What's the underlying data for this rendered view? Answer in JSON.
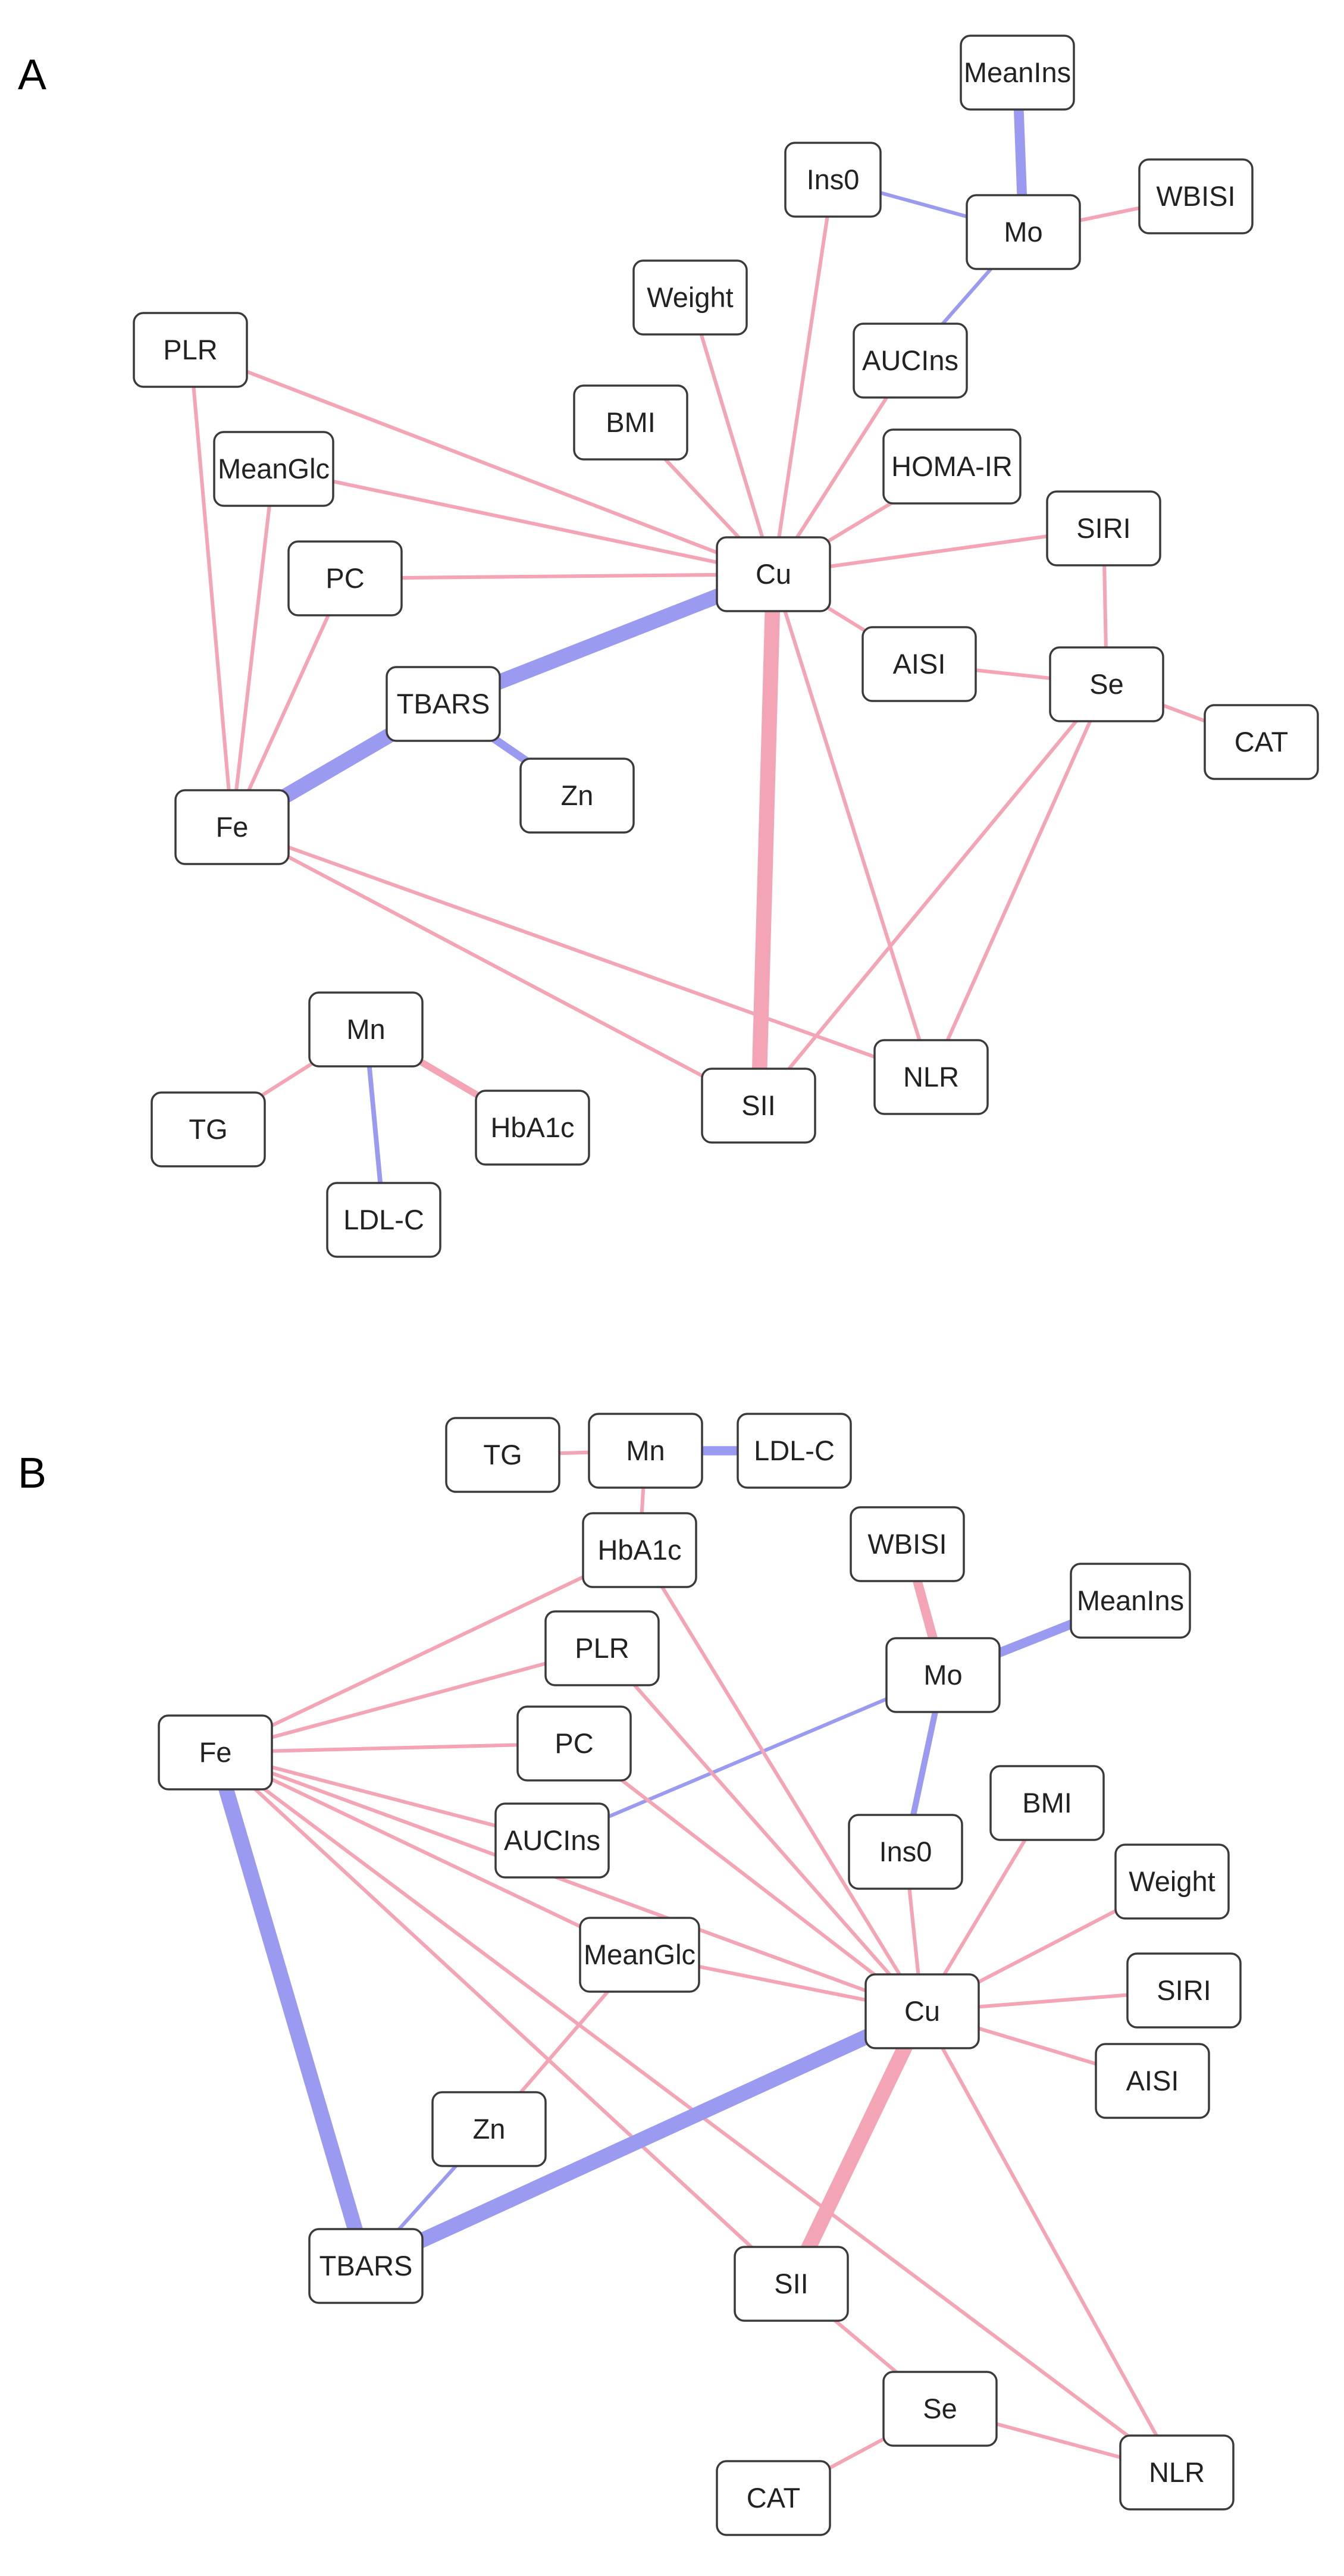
{
  "colors": {
    "positive": "#f4a5b5",
    "negative": "#9a9af0",
    "node_border": "#3a3a3a",
    "text": "#222222"
  },
  "panels": [
    {
      "label": "A",
      "nodes": [
        {
          "id": "MeanIns",
          "label": "MeanIns"
        },
        {
          "id": "Ins0",
          "label": "Ins0"
        },
        {
          "id": "Mo",
          "label": "Mo"
        },
        {
          "id": "WBISI",
          "label": "WBISI"
        },
        {
          "id": "Weight",
          "label": "Weight"
        },
        {
          "id": "AUCIns",
          "label": "AUCIns"
        },
        {
          "id": "PLR",
          "label": "PLR"
        },
        {
          "id": "BMI",
          "label": "BMI"
        },
        {
          "id": "HOMA-IR",
          "label": "HOMA-IR"
        },
        {
          "id": "MeanGlc",
          "label": "MeanGlc"
        },
        {
          "id": "SIRI",
          "label": "SIRI"
        },
        {
          "id": "PC",
          "label": "PC"
        },
        {
          "id": "Cu",
          "label": "Cu"
        },
        {
          "id": "AISI",
          "label": "AISI"
        },
        {
          "id": "Se",
          "label": "Se"
        },
        {
          "id": "TBARS",
          "label": "TBARS"
        },
        {
          "id": "CAT",
          "label": "CAT"
        },
        {
          "id": "Zn",
          "label": "Zn"
        },
        {
          "id": "Fe",
          "label": "Fe"
        },
        {
          "id": "Mn",
          "label": "Mn"
        },
        {
          "id": "NLR",
          "label": "NLR"
        },
        {
          "id": "SII",
          "label": "SII"
        },
        {
          "id": "HbA1c",
          "label": "HbA1c"
        },
        {
          "id": "TG",
          "label": "TG"
        },
        {
          "id": "LDL-C",
          "label": "LDL-C"
        }
      ],
      "edges": [
        {
          "source": "MeanIns",
          "target": "Mo",
          "sign": "negative",
          "strength": 0.6
        },
        {
          "source": "Ins0",
          "target": "Mo",
          "sign": "negative",
          "strength": 0.12
        },
        {
          "source": "Mo",
          "target": "WBISI",
          "sign": "positive",
          "strength": 0.12
        },
        {
          "source": "Mo",
          "target": "AUCIns",
          "sign": "negative",
          "strength": 0.12
        },
        {
          "source": "Cu",
          "target": "Ins0",
          "sign": "positive",
          "strength": 0.12
        },
        {
          "source": "Cu",
          "target": "Weight",
          "sign": "positive",
          "strength": 0.12
        },
        {
          "source": "Cu",
          "target": "AUCIns",
          "sign": "positive",
          "strength": 0.12
        },
        {
          "source": "Cu",
          "target": "PLR",
          "sign": "positive",
          "strength": 0.12
        },
        {
          "source": "Cu",
          "target": "BMI",
          "sign": "positive",
          "strength": 0.12
        },
        {
          "source": "Cu",
          "target": "HOMA-IR",
          "sign": "positive",
          "strength": 0.12
        },
        {
          "source": "Cu",
          "target": "MeanGlc",
          "sign": "positive",
          "strength": 0.12
        },
        {
          "source": "Cu",
          "target": "SIRI",
          "sign": "positive",
          "strength": 0.12
        },
        {
          "source": "Cu",
          "target": "PC",
          "sign": "positive",
          "strength": 0.12
        },
        {
          "source": "Cu",
          "target": "AISI",
          "sign": "positive",
          "strength": 0.12
        },
        {
          "source": "Cu",
          "target": "TBARS",
          "sign": "negative",
          "strength": 1.0
        },
        {
          "source": "Cu",
          "target": "SII",
          "sign": "positive",
          "strength": 1.0
        },
        {
          "source": "Cu",
          "target": "NLR",
          "sign": "positive",
          "strength": 0.12
        },
        {
          "source": "SIRI",
          "target": "Se",
          "sign": "positive",
          "strength": 0.12
        },
        {
          "source": "AISI",
          "target": "Se",
          "sign": "positive",
          "strength": 0.12
        },
        {
          "source": "Se",
          "target": "CAT",
          "sign": "positive",
          "strength": 0.12
        },
        {
          "source": "Se",
          "target": "SII",
          "sign": "positive",
          "strength": 0.12
        },
        {
          "source": "Se",
          "target": "NLR",
          "sign": "positive",
          "strength": 0.12
        },
        {
          "source": "TBARS",
          "target": "Fe",
          "sign": "negative",
          "strength": 1.0
        },
        {
          "source": "TBARS",
          "target": "Zn",
          "sign": "negative",
          "strength": 0.45
        },
        {
          "source": "Fe",
          "target": "PLR",
          "sign": "positive",
          "strength": 0.12
        },
        {
          "source": "Fe",
          "target": "MeanGlc",
          "sign": "positive",
          "strength": 0.12
        },
        {
          "source": "Fe",
          "target": "PC",
          "sign": "positive",
          "strength": 0.12
        },
        {
          "source": "Fe",
          "target": "SII",
          "sign": "positive",
          "strength": 0.12
        },
        {
          "source": "Fe",
          "target": "NLR",
          "sign": "positive",
          "strength": 0.12
        },
        {
          "source": "Mn",
          "target": "TG",
          "sign": "positive",
          "strength": 0.12
        },
        {
          "source": "Mn",
          "target": "HbA1c",
          "sign": "positive",
          "strength": 0.35
        },
        {
          "source": "Mn",
          "target": "LDL-C",
          "sign": "negative",
          "strength": 0.2
        }
      ]
    },
    {
      "label": "B",
      "nodes": [
        {
          "id": "TG",
          "label": "TG"
        },
        {
          "id": "Mn",
          "label": "Mn"
        },
        {
          "id": "LDL-C",
          "label": "LDL-C"
        },
        {
          "id": "WBISI",
          "label": "WBISI"
        },
        {
          "id": "HbA1c",
          "label": "HbA1c"
        },
        {
          "id": "MeanIns",
          "label": "MeanIns"
        },
        {
          "id": "PLR",
          "label": "PLR"
        },
        {
          "id": "Mo",
          "label": "Mo"
        },
        {
          "id": "Fe",
          "label": "Fe"
        },
        {
          "id": "PC",
          "label": "PC"
        },
        {
          "id": "BMI",
          "label": "BMI"
        },
        {
          "id": "AUCIns",
          "label": "AUCIns"
        },
        {
          "id": "Ins0",
          "label": "Ins0"
        },
        {
          "id": "Weight",
          "label": "Weight"
        },
        {
          "id": "MeanGlc",
          "label": "MeanGlc"
        },
        {
          "id": "SIRI",
          "label": "SIRI"
        },
        {
          "id": "Cu",
          "label": "Cu"
        },
        {
          "id": "AISI",
          "label": "AISI"
        },
        {
          "id": "Zn",
          "label": "Zn"
        },
        {
          "id": "TBARS",
          "label": "TBARS"
        },
        {
          "id": "SII",
          "label": "SII"
        },
        {
          "id": "Se",
          "label": "Se"
        },
        {
          "id": "NLR",
          "label": "NLR"
        },
        {
          "id": "CAT",
          "label": "CAT"
        }
      ],
      "edges": [
        {
          "source": "TG",
          "target": "Mn",
          "sign": "positive",
          "strength": 0.12
        },
        {
          "source": "Mn",
          "target": "LDL-C",
          "sign": "negative",
          "strength": 0.55
        },
        {
          "source": "Mn",
          "target": "HbA1c",
          "sign": "positive",
          "strength": 0.12
        },
        {
          "source": "WBISI",
          "target": "Mo",
          "sign": "positive",
          "strength": 0.55
        },
        {
          "source": "Mo",
          "target": "MeanIns",
          "sign": "negative",
          "strength": 0.55
        },
        {
          "source": "Mo",
          "target": "Ins0",
          "sign": "negative",
          "strength": 0.3
        },
        {
          "source": "Mo",
          "target": "AUCIns",
          "sign": "negative",
          "strength": 0.12
        },
        {
          "source": "Fe",
          "target": "HbA1c",
          "sign": "positive",
          "strength": 0.12
        },
        {
          "source": "Fe",
          "target": "PLR",
          "sign": "positive",
          "strength": 0.12
        },
        {
          "source": "Fe",
          "target": "PC",
          "sign": "positive",
          "strength": 0.12
        },
        {
          "source": "Fe",
          "target": "AUCIns",
          "sign": "positive",
          "strength": 0.12
        },
        {
          "source": "Fe",
          "target": "MeanGlc",
          "sign": "positive",
          "strength": 0.12
        },
        {
          "source": "Fe",
          "target": "Cu",
          "sign": "positive",
          "strength": 0.12
        },
        {
          "source": "Fe",
          "target": "SII",
          "sign": "positive",
          "strength": 0.12
        },
        {
          "source": "Fe",
          "target": "NLR",
          "sign": "positive",
          "strength": 0.12
        },
        {
          "source": "Fe",
          "target": "TBARS",
          "sign": "negative",
          "strength": 1.0
        },
        {
          "source": "Cu",
          "target": "HbA1c",
          "sign": "positive",
          "strength": 0.12
        },
        {
          "source": "Cu",
          "target": "PLR",
          "sign": "positive",
          "strength": 0.12
        },
        {
          "source": "Cu",
          "target": "PC",
          "sign": "positive",
          "strength": 0.12
        },
        {
          "source": "Cu",
          "target": "Ins0",
          "sign": "positive",
          "strength": 0.12
        },
        {
          "source": "Cu",
          "target": "BMI",
          "sign": "positive",
          "strength": 0.12
        },
        {
          "source": "Cu",
          "target": "Weight",
          "sign": "positive",
          "strength": 0.12
        },
        {
          "source": "Cu",
          "target": "SIRI",
          "sign": "positive",
          "strength": 0.12
        },
        {
          "source": "Cu",
          "target": "AISI",
          "sign": "positive",
          "strength": 0.12
        },
        {
          "source": "Cu",
          "target": "MeanGlc",
          "sign": "positive",
          "strength": 0.12
        },
        {
          "source": "Cu",
          "target": "NLR",
          "sign": "positive",
          "strength": 0.12
        },
        {
          "source": "Cu",
          "target": "SII",
          "sign": "positive",
          "strength": 1.0
        },
        {
          "source": "Cu",
          "target": "TBARS",
          "sign": "negative",
          "strength": 1.0
        },
        {
          "source": "MeanGlc",
          "target": "Zn",
          "sign": "positive",
          "strength": 0.12
        },
        {
          "source": "Zn",
          "target": "TBARS",
          "sign": "negative",
          "strength": 0.12
        },
        {
          "source": "SII",
          "target": "Se",
          "sign": "positive",
          "strength": 0.12
        },
        {
          "source": "Se",
          "target": "NLR",
          "sign": "positive",
          "strength": 0.12
        },
        {
          "source": "Se",
          "target": "CAT",
          "sign": "positive",
          "strength": 0.12
        }
      ]
    }
  ]
}
